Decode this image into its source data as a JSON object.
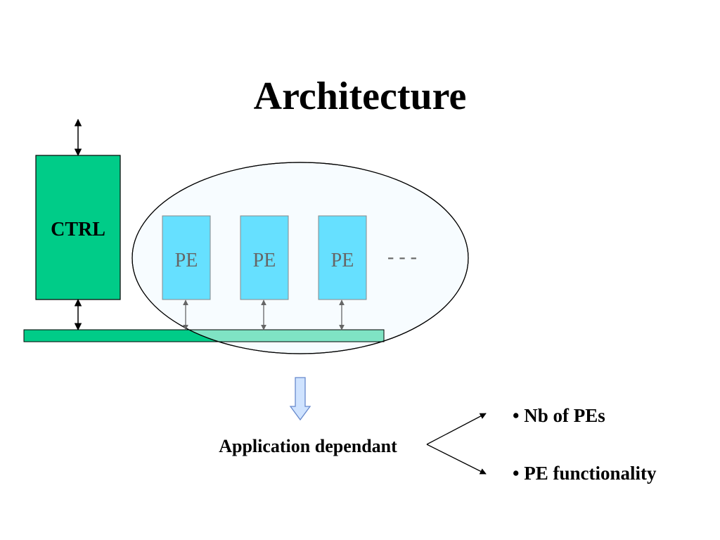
{
  "slide": {
    "title": "Architecture"
  },
  "diagram": {
    "ctrl_label": "CTRL",
    "pe_blocks": [
      {
        "label": "PE"
      },
      {
        "label": "PE"
      },
      {
        "label": "PE"
      }
    ],
    "continuation": "- - -",
    "application_label": "Application dependant",
    "bullets": [
      {
        "text": "• Nb of PEs"
      },
      {
        "text": "• PE functionality"
      }
    ]
  },
  "colors": {
    "ctrl_fill": "#00cc88",
    "bus_fill": "#00cc88",
    "bus_overlap_fill": "#7fe3c4",
    "pe_fill": "#66e0ff",
    "ellipse_fill": "#f0faff",
    "down_arrow_fill": "#cfe3ff",
    "down_arrow_stroke": "#6688cc"
  }
}
